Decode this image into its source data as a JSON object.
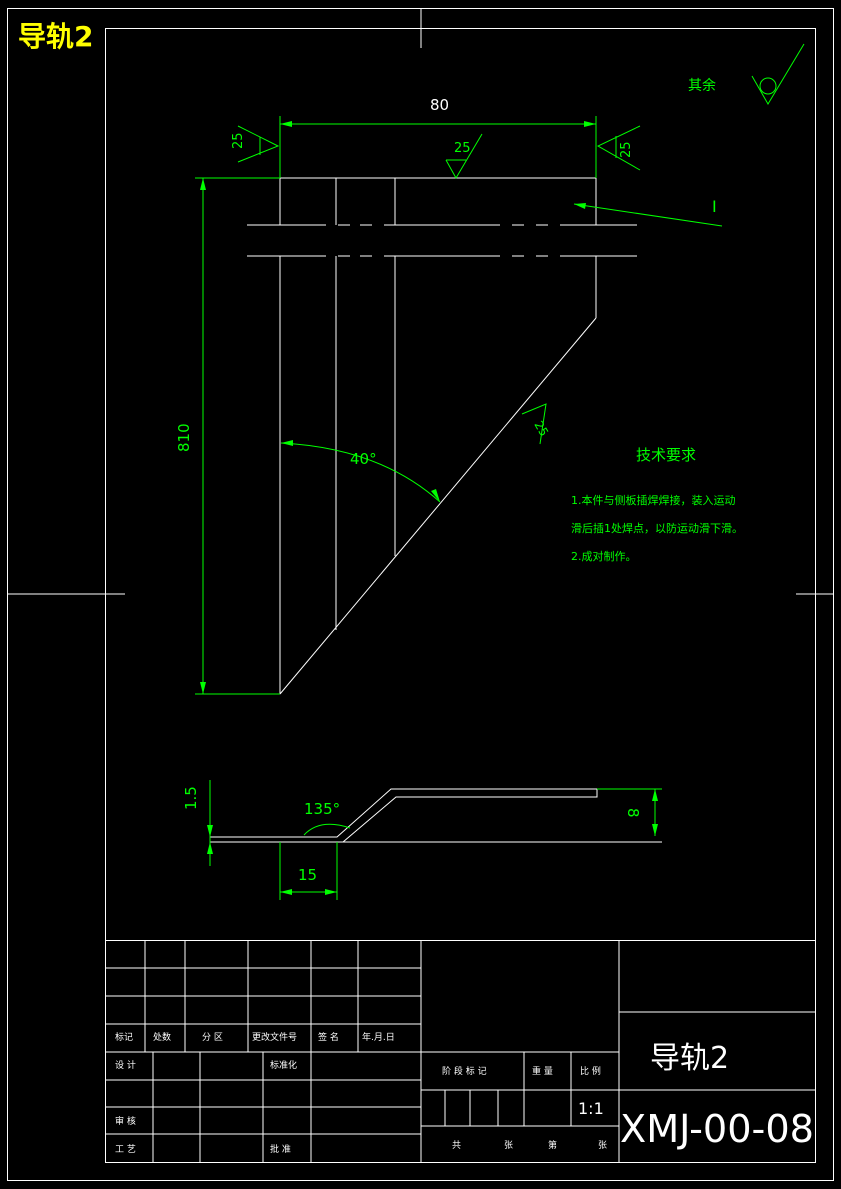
{
  "page_title": "导轨2",
  "dimensions": {
    "top_width": "80",
    "height": "810",
    "angle": "40°",
    "bend_angle": "135°",
    "thickness": "1.5",
    "flange_width": "15",
    "bend_height": "8"
  },
  "roughness": {
    "left": "25",
    "top": "25",
    "right": "25",
    "slope": "25",
    "other_label": "其余"
  },
  "section_label": "I",
  "tech_requirements": {
    "heading": "技术要求",
    "lines": [
      "1.本件与侧板插焊焊接，装入运动",
      "滑后插1处焊点，以防运动滑下滑。",
      "2.成对制作。"
    ]
  },
  "title_block": {
    "part_name": "导轨2",
    "drawing_number": "XMJ-00-08",
    "scale": "1:1",
    "rev_row": [
      "标记",
      "处数",
      "分 区",
      "更改文件号",
      "签 名",
      "年.月.日"
    ],
    "design": "设 计",
    "standardize": "标准化",
    "review": "审 核",
    "process": "工 艺",
    "approve": "批 准",
    "stage_mark": "阶 段 标 记",
    "weight": "重 量",
    "scale_label": "比 例",
    "sheet_info": [
      "共",
      "张",
      "第",
      "张"
    ]
  }
}
